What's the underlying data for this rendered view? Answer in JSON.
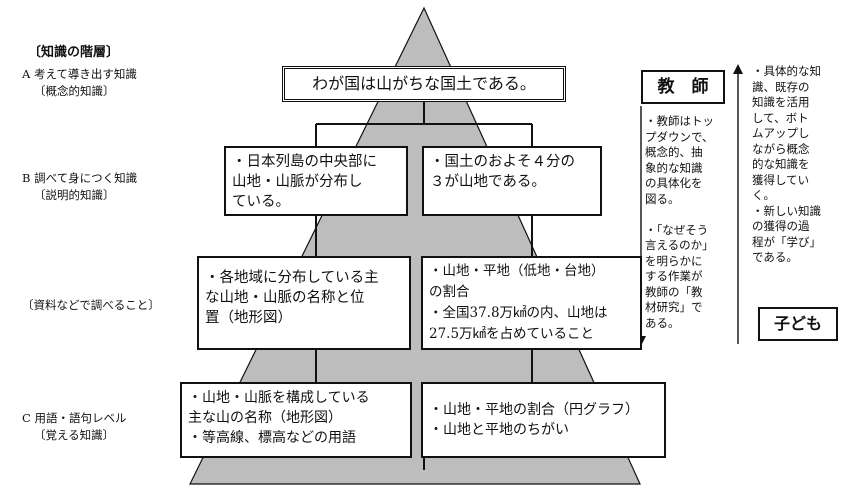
{
  "hierarchy_title": "〔知識の階層〕",
  "levels": [
    {
      "label": "A 考えて導き出す知識",
      "sub": "〔概念的知識〕"
    },
    {
      "label": "B 調べて身につく知識",
      "sub": "〔説明的知識〕"
    },
    {
      "label": "〔資料などで調べること〕",
      "sub": ""
    },
    {
      "label": "C 用語・語句レベル",
      "sub": "〔覚える知識〕"
    }
  ],
  "top_box": "わが国は山がちな国土である。",
  "b_boxes": [
    "・日本列島の中央部に\n山地・山脈が分布し\nている。",
    "・国土のおよそ４分の\n３が山地である。"
  ],
  "data_boxes": [
    "・各地域に分布している主\nな山地・山脈の名称と位\n置（地形図）",
    "・山地・平地（低地・台地）\nの割合\n・全国37.8万㎢の内、山地は\n27.5万㎢を占めていること"
  ],
  "c_boxes": [
    "・山地・山脈を構成している\n主な山の名称（地形図）\n・等高線、標高などの用語",
    "・山地・平地の割合（円グラフ）\n・山地と平地のちがい"
  ],
  "teacher": {
    "label": "教　師",
    "notes": "・教師はトッ\nプダウンで、\n概念的、抽\n象的な知識\nの具体化を\n図る。\n\n・「なぜそう\n言えるのか」\nを明らかに\nする作業が\n教師の「教\n材研究」で\nある。"
  },
  "child": {
    "label": "子ども",
    "notes": "・具体的な知\n識、既存の\n知識を活用\nして、ボト\nムアップし\nながら概念\n的な知識を\n獲得してい\nく。\n・新しい知識\nの獲得の過\n程が「学び」\nである。"
  }
}
